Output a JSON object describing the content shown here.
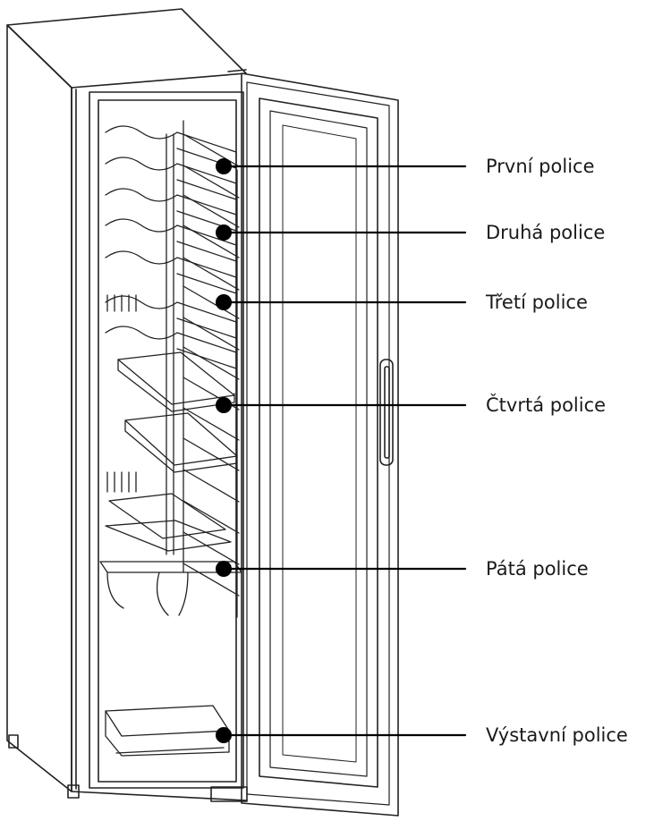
{
  "labels": [
    {
      "id": "shelf-1",
      "text": "První police"
    },
    {
      "id": "shelf-2",
      "text": "Druhá police"
    },
    {
      "id": "shelf-3",
      "text": "Třetí police"
    },
    {
      "id": "shelf-4",
      "text": "Čtvrtá police"
    },
    {
      "id": "shelf-5",
      "text": "Pátá police"
    },
    {
      "id": "shelf-display",
      "text": "Výstavní police"
    }
  ],
  "colors": {
    "line": "#1a1a1a",
    "background": "#ffffff"
  }
}
